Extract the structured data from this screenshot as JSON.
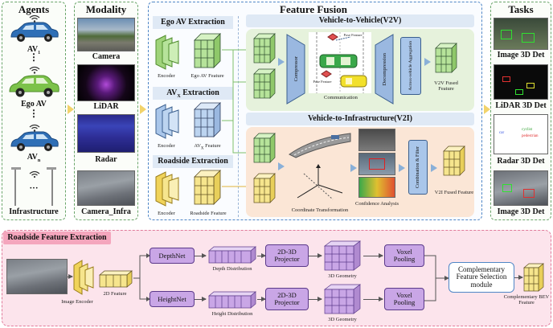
{
  "agents": {
    "title": "Agents",
    "av1": "AV",
    "av1_sub": "1",
    "ego": "Ego AV",
    "avn": "AV",
    "avn_sub": "n",
    "infra": "Infrastructure",
    "dots": "⋮",
    "hdots": "···"
  },
  "modality": {
    "title": "Modality",
    "camera": "Camera",
    "lidar": "LiDAR",
    "radar": "Radar",
    "camera_infra": "Camera_Infra"
  },
  "fusion": {
    "title": "Feature Fusion",
    "ego_title": "Ego AV Extraction",
    "ego_encoder": "Encoder",
    "ego_feature": "Ego AV Feature",
    "avx_title": "AV",
    "avx_title_sub": "X",
    "avx_title_rest": " Extraction",
    "avx_encoder": "Encoder",
    "avx_feature": "AV",
    "avx_feature_sub": "X",
    "avx_feature_rest": " Feature",
    "rs_title": "Roadside Extraction",
    "rs_encoder": "Encoder",
    "rs_feature": "Roadside Feature",
    "v2v_title": "Vehicle-to-Vehicle(V2V)",
    "compressor": "Compressor",
    "decompression": "Decompression",
    "aggregation": "Across-vehicle Aggregation",
    "communication": "Communication",
    "pose1": "Pose Feature",
    "pose2": "Pose Feature",
    "v2v_fused": "V2V Fused Feature",
    "v2i_title": "Vehicle-to-Infrastructure(V2I)",
    "coord": "Coordinate Transformation",
    "confidence": "Confidence Analysis",
    "combination": "Combination & Filter",
    "v2i_fused": "V2I Fused Feature"
  },
  "tasks": {
    "title": "Tasks",
    "t1": "Image 3D Det",
    "t2": "LiDAR 3D Det",
    "t3": "Radar 3D Det",
    "t4": "Image 3D Det",
    "radar_legend_1": "car",
    "radar_legend_2": "cyclist",
    "radar_legend_3": "pedestrian"
  },
  "roadside": {
    "title": "Roadside Feature Extraction",
    "image_encoder": "Image Encoder",
    "feature2d": "2D Feature",
    "depthnet": "DepthNet",
    "heightnet": "HeightNet",
    "depth_dist": "Depth Distribution",
    "height_dist": "Height Distribution",
    "proj1": "2D-3D Projector",
    "proj2": "2D-3D Projector",
    "geo1": "3D Geometry",
    "geo2": "3D Geometry",
    "pool1": "Voxel Pooling",
    "pool2": "Voxel Pooling",
    "cfs": "Complementary Feature Selection module",
    "bev": "Complementary BEV Feature"
  },
  "colors": {
    "agents_border": "#6aa56a",
    "fusion_border": "#4f86c6",
    "tasks_border": "#6aa56a",
    "roadside_bg": "#fce4ec",
    "roadside_border": "#e07a9a",
    "v2v_bg": "#e6f2dc",
    "v2i_bg": "#fbe6d6",
    "green_cube": "#b6e39a",
    "yellow_cube": "#f6e58d",
    "blue_cube": "#bcd4f0",
    "purple": "#c9a6e6"
  }
}
